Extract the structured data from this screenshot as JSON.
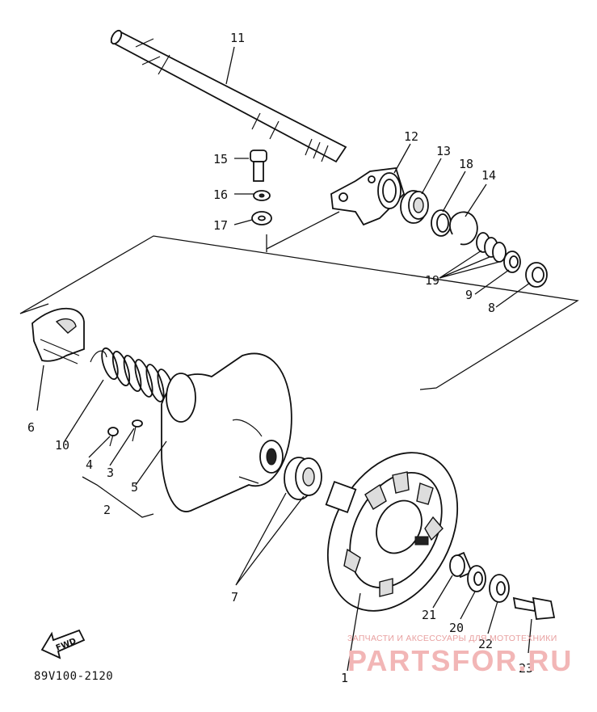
{
  "diagram": {
    "part_code": "89V100-2120",
    "fwd_label": "FWD",
    "watermark_caption": "ЗАПЧАСТИ И АКСЕССУАРЫ ДЛЯ МОТОТЕХНИКИ",
    "watermark_logo": "PARTSFOR.RU",
    "callouts": {
      "c1": "1",
      "c2": "2",
      "c3": "3",
      "c4": "4",
      "c5": "5",
      "c6": "6",
      "c7": "7",
      "c8": "8",
      "c9": "9",
      "c10": "10",
      "c11": "11",
      "c12": "12",
      "c13": "13",
      "c14": "14",
      "c15": "15",
      "c16": "16",
      "c17": "17",
      "c18": "18",
      "c19": "19",
      "c20": "20",
      "c21": "21",
      "c22": "22",
      "c23": "23"
    }
  }
}
